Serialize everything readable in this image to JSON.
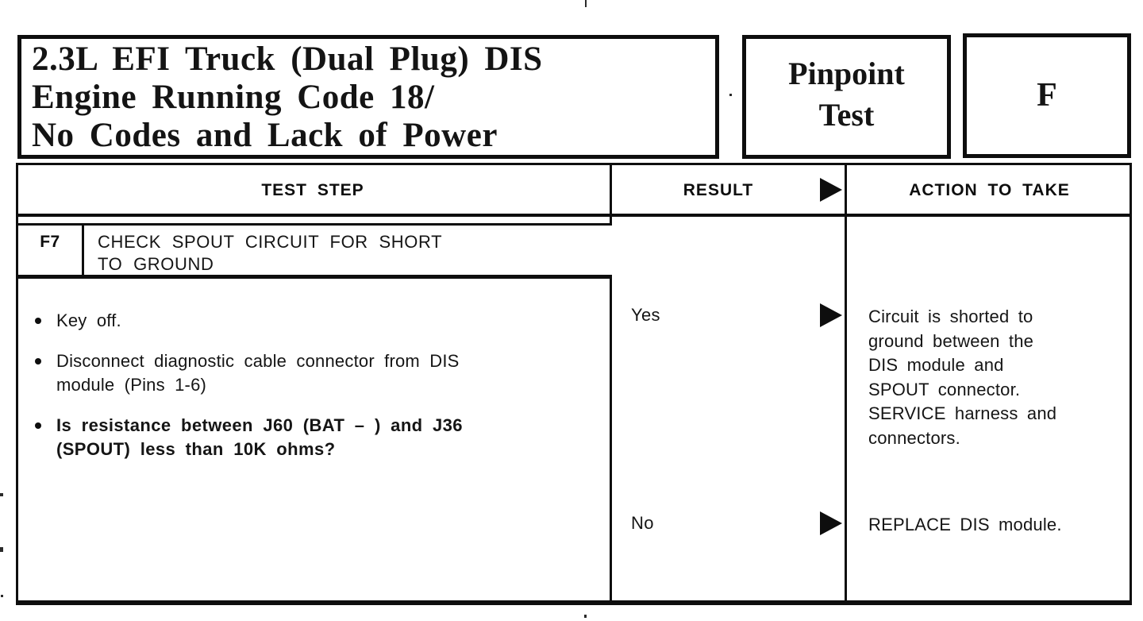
{
  "colors": {
    "paper": "#ffffff",
    "ink": "#0e0e0e"
  },
  "banner": {
    "title_lines": [
      "2.3L EFI Truck (Dual Plug) DIS",
      "Engine Running Code 18/",
      "No Codes and Lack of Power"
    ],
    "pinpoint_lines": [
      "Pinpoint",
      "Test"
    ],
    "test_letter": "F"
  },
  "table": {
    "headers": {
      "test_step": "TEST STEP",
      "result": "RESULT",
      "action": "ACTION TO TAKE"
    },
    "icons": {
      "result_arrow": "right-triangle"
    },
    "step": {
      "id": "F7",
      "title_lines": [
        "CHECK SPOUT CIRCUIT FOR SHORT",
        "TO GROUND"
      ]
    },
    "bullets": [
      {
        "lines": [
          "Key off."
        ]
      },
      {
        "lines": [
          "Disconnect diagnostic cable connector from DIS",
          "module (Pins 1-6)"
        ]
      },
      {
        "lines": [
          "Is resistance between J60 (BAT – ) and J36",
          "(SPOUT) less than 10K ohms?"
        ]
      }
    ],
    "outcomes": [
      {
        "result": "Yes",
        "action_lines": [
          "Circuit is shorted to",
          "ground between the",
          "DIS module and",
          "SPOUT connector.",
          "SERVICE harness and",
          "connectors."
        ]
      },
      {
        "result": "No",
        "action_lines": [
          "REPLACE DIS module."
        ]
      }
    ]
  }
}
